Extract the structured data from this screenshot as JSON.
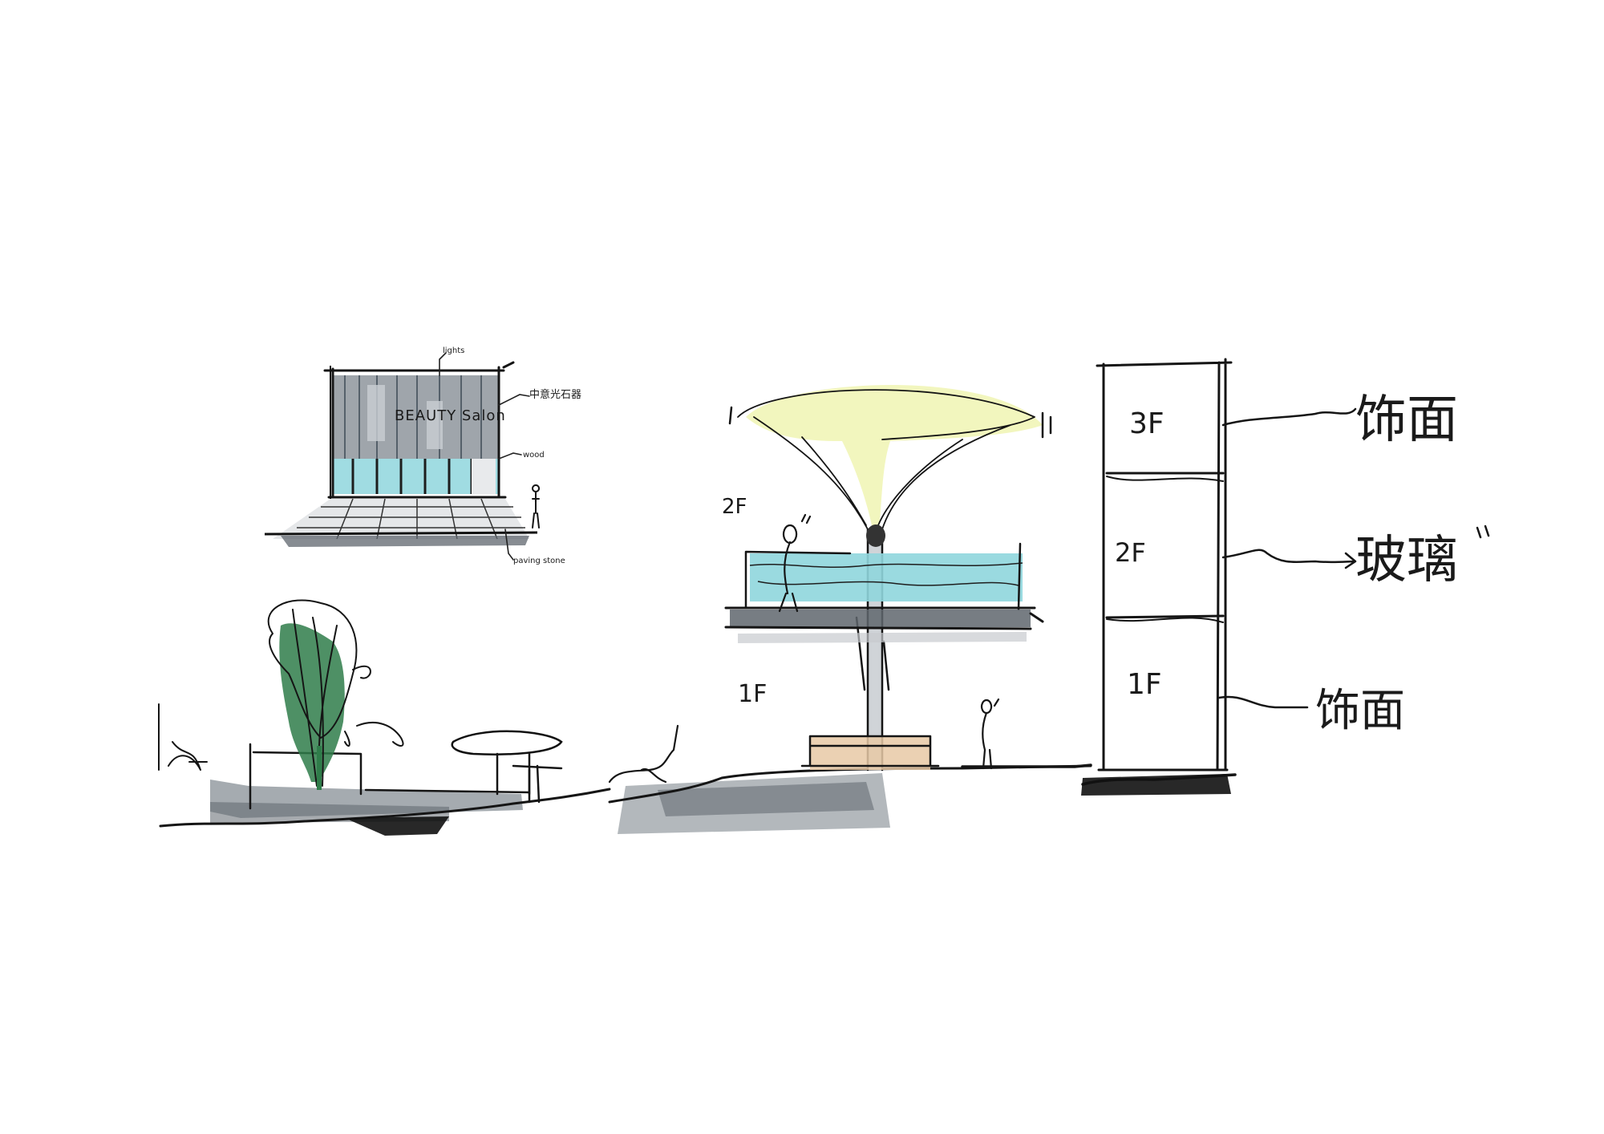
{
  "colors": {
    "ink": "#151515",
    "marker_grey": "#9aa0a6",
    "marker_dark_grey": "#5f666d",
    "glass_cyan": "#8fd6dd",
    "canopy_yellow": "#eef3a8",
    "tree_green": "#2f7d4a",
    "wood_tan": "#e7c9a6"
  },
  "facade": {
    "sign": "BEAUTY Salon",
    "note_top": "lights",
    "note_right": "中意光石器",
    "note_middle": "wood",
    "note_bottom": "paving stone"
  },
  "pavilion": {
    "label_2f": "2F",
    "label_1f": "1F"
  },
  "tower": {
    "floor_3f": "3F",
    "floor_2f": "2F",
    "floor_1f": "1F",
    "callout_top": "饰面",
    "callout_middle": "玻璃",
    "callout_bottom": "饰面"
  }
}
